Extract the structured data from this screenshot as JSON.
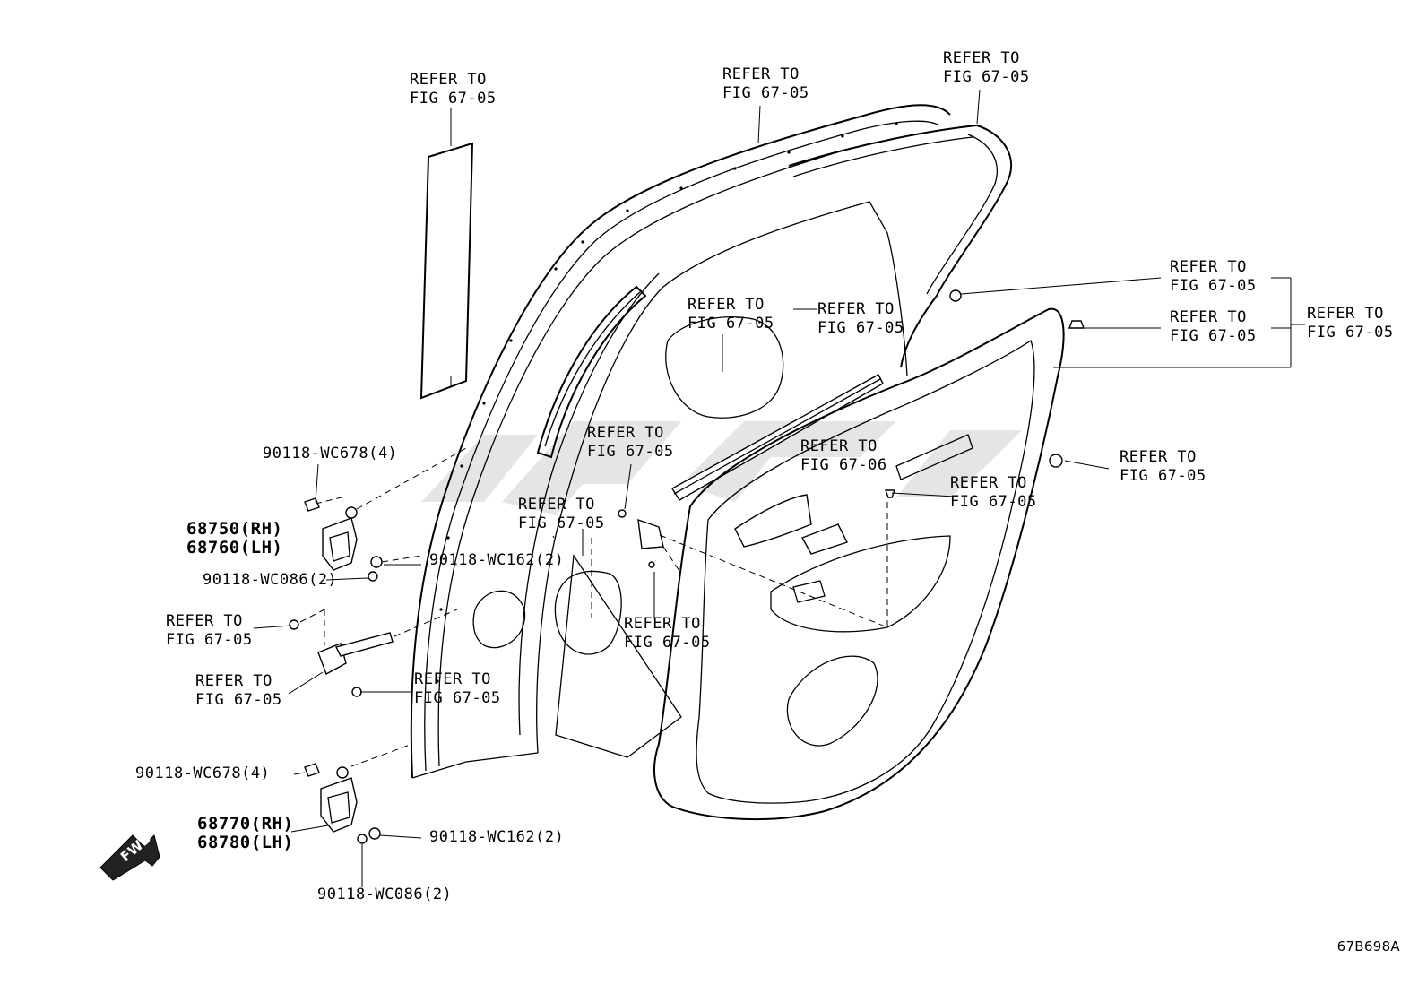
{
  "labels": {
    "ref_panel": [
      "REFER TO",
      "FIG 67-05"
    ],
    "ref_top_mid": [
      "REFER TO",
      "FIG 67-05"
    ],
    "ref_top_right": [
      "REFER TO",
      "FIG 67-05"
    ],
    "ref_right_1": [
      "REFER TO",
      "FIG 67-05"
    ],
    "ref_right_2": [
      "REFER TO",
      "FIG 67-05"
    ],
    "ref_right_group": [
      "REFER TO",
      "FIG 67-05"
    ],
    "ref_inner_1": [
      "REFER TO",
      "FIG 67-05"
    ],
    "ref_inner_2": [
      "REFER TO",
      "FIG 67-05"
    ],
    "ref_center_1": [
      "REFER TO",
      "FIG 67-05"
    ],
    "ref_center_2": [
      "REFER TO",
      "FIG 67-05"
    ],
    "ref_fig06": [
      "REFER TO",
      "FIG 67-06"
    ],
    "ref_clip": [
      "REFER TO",
      "FIG 67-05"
    ],
    "ref_grommet": [
      "REFER TO",
      "FIG 67-05"
    ],
    "ref_lower_mid": [
      "REFER TO",
      "FIG 67-05"
    ],
    "ref_check_bolt": [
      "REFER TO",
      "FIG 67-05"
    ],
    "ref_check_link": [
      "REFER TO",
      "FIG 67-05"
    ],
    "ref_check_bolt2": [
      "REFER TO",
      "FIG 67-05"
    ]
  },
  "parts": {
    "bolt_upper": "90118-WC678(4)",
    "hinge_upper": [
      "68750(RH)",
      "68760(LH)"
    ],
    "nut_upper_a": "90118-WC162(2)",
    "nut_upper_b": "90118-WC086(2)",
    "bolt_lower": "90118-WC678(4)",
    "hinge_lower": [
      "68770(RH)",
      "68780(LH)"
    ],
    "nut_lower_a": "90118-WC162(2)",
    "nut_lower_b": "90118-WC086(2)"
  },
  "fwd_marker": "FWD",
  "diagram_code": "67B698A"
}
